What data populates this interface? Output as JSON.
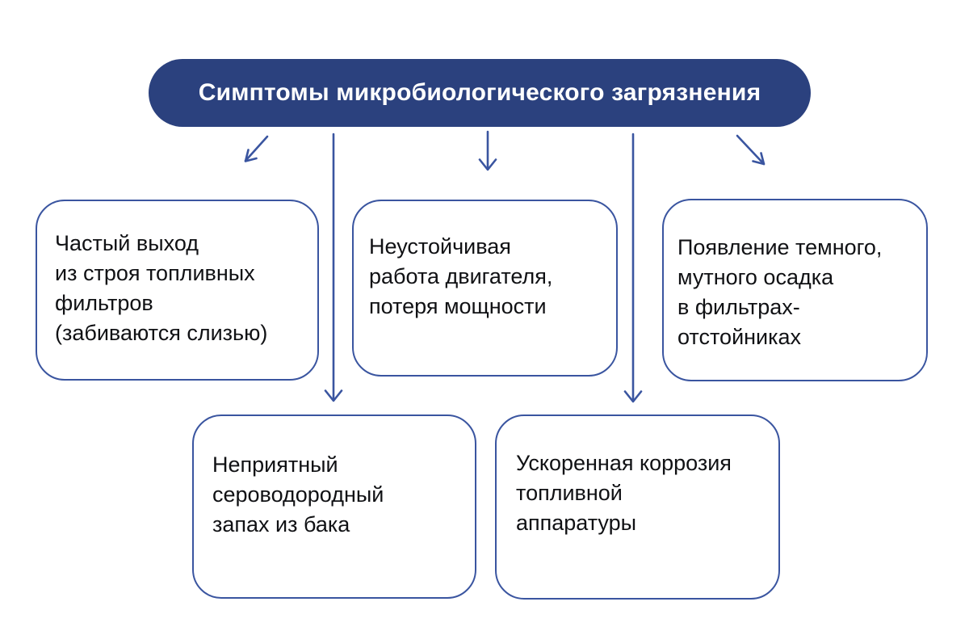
{
  "diagram": {
    "title": "Симптомы микробиологического загрязнения",
    "symptoms": [
      {
        "id": "filters-failure",
        "text": "Частый выход\nиз строя топливных\nфильтров\n(забиваются слизью)"
      },
      {
        "id": "engine-unstable",
        "text": "Неустойчивая\nработа двигателя,\nпотеря мощности"
      },
      {
        "id": "dark-sediment",
        "text": "Появление темного,\nмутного осадка\nв фильтрах-\nотстойниках"
      },
      {
        "id": "sulfur-smell",
        "text": "Неприятный\nсероводородный\nзапах из бака"
      },
      {
        "id": "fast-corrosion",
        "text": "Ускоренная коррозия\nтопливной\nаппаратуры"
      }
    ],
    "colors": {
      "background": "#ffffff",
      "header_fill": "#2b417e",
      "header_text": "#ffffff",
      "box_border": "#3a55a0",
      "box_fill": "#ffffff",
      "body_text": "#101114",
      "arrow": "#3a55a0"
    }
  }
}
